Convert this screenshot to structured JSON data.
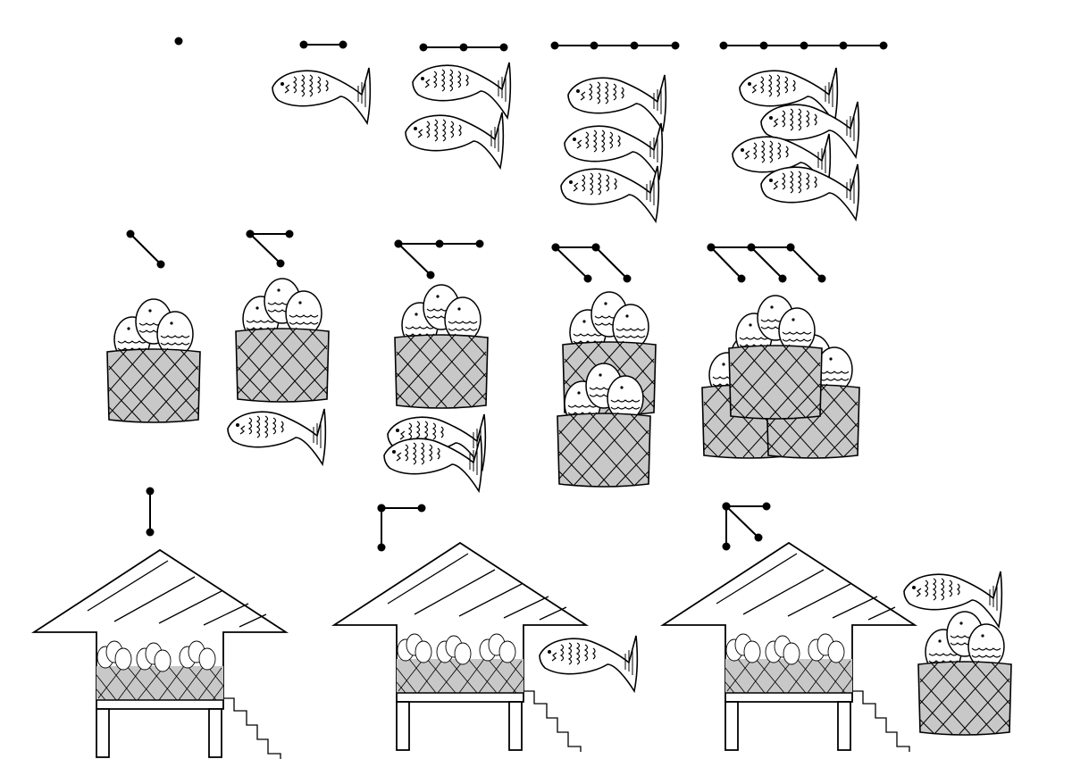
{
  "colors": {
    "ink": "#000000",
    "basket_fill": "#c8c8c8",
    "background": "#ffffff"
  },
  "icons": [
    "dot-icon",
    "fish-icon",
    "fish-basket-icon",
    "storehouse-icon",
    "stairs-icon"
  ],
  "row1": [
    {
      "dots": 1,
      "fish": 0
    },
    {
      "dots": 2,
      "fish": 1
    },
    {
      "dots": 3,
      "fish": 2
    },
    {
      "dots": 4,
      "fish": 3
    },
    {
      "dots": 5,
      "fish": 4
    }
  ],
  "row2": [
    {
      "baskets": 1,
      "fish": 0
    },
    {
      "baskets": 1,
      "fish": 1
    },
    {
      "baskets": 1,
      "fish": 2
    },
    {
      "baskets": 2,
      "fish": 0
    },
    {
      "baskets": 3,
      "fish": 0
    }
  ],
  "row3": [
    {
      "houses": 1,
      "baskets": 0,
      "fish": 0
    },
    {
      "houses": 1,
      "baskets": 0,
      "fish": 1
    },
    {
      "houses": 1,
      "baskets": 1,
      "fish": 1
    }
  ]
}
